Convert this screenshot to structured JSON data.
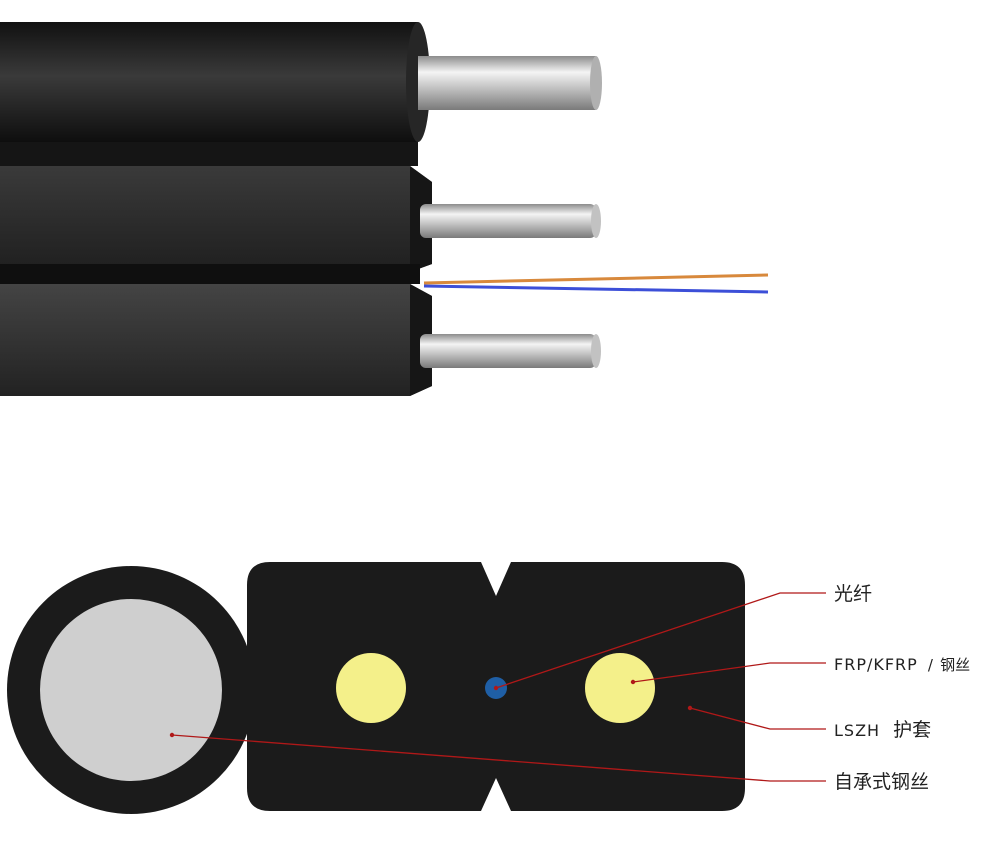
{
  "labels": {
    "fiber": "光纤",
    "frp_main": "FRP/KFRP",
    "frp_sep": "/",
    "frp_steel": "钢丝",
    "lszh_code": "LSZH",
    "lszh_name": "护套",
    "messenger": "自承式钢丝"
  },
  "colors": {
    "jacket": "#1b1b1b",
    "messenger_core": "#cfcfcf",
    "strength_member": "#f4f08a",
    "fiber_dot": "#1f5fa6",
    "leader_line": "#b01818",
    "fiber_orange": "#d8893c",
    "fiber_blue": "#3c4fd8"
  }
}
